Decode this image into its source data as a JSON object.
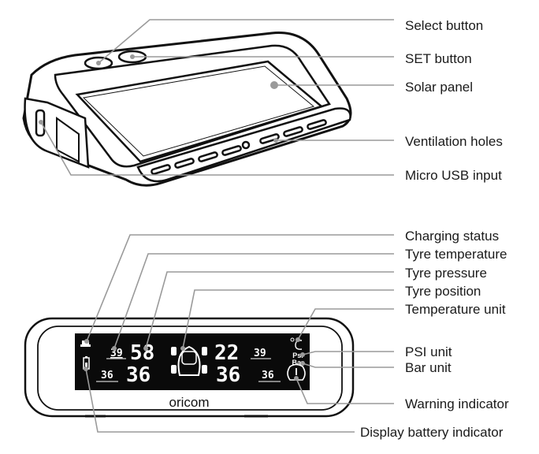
{
  "device_labels": {
    "select_button": "Select button",
    "set_button": "SET button",
    "solar_panel": "Solar panel",
    "ventilation_holes": "Ventilation holes",
    "micro_usb_input": "Micro USB input"
  },
  "display_labels": {
    "charging_status": "Charging status",
    "tyre_temperature": "Tyre temperature",
    "tyre_pressure": "Tyre pressure",
    "tyre_position": "Tyre position",
    "temperature_unit": "Temperature unit",
    "psi_unit": "PSI unit",
    "bar_unit": "Bar unit",
    "warning_indicator": "Warning indicator",
    "display_battery_indicator": "Display battery indicator"
  },
  "lcd": {
    "front_left_temp": "39",
    "front_left_pressure": "58",
    "front_right_pressure": "22",
    "front_right_temp": "39",
    "rear_left_temp": "36",
    "rear_left_pressure": "36",
    "rear_right_pressure": "36",
    "rear_right_temp": "36",
    "unit_psi": "Psi",
    "unit_bar": "Bar",
    "brand": "oricom"
  }
}
